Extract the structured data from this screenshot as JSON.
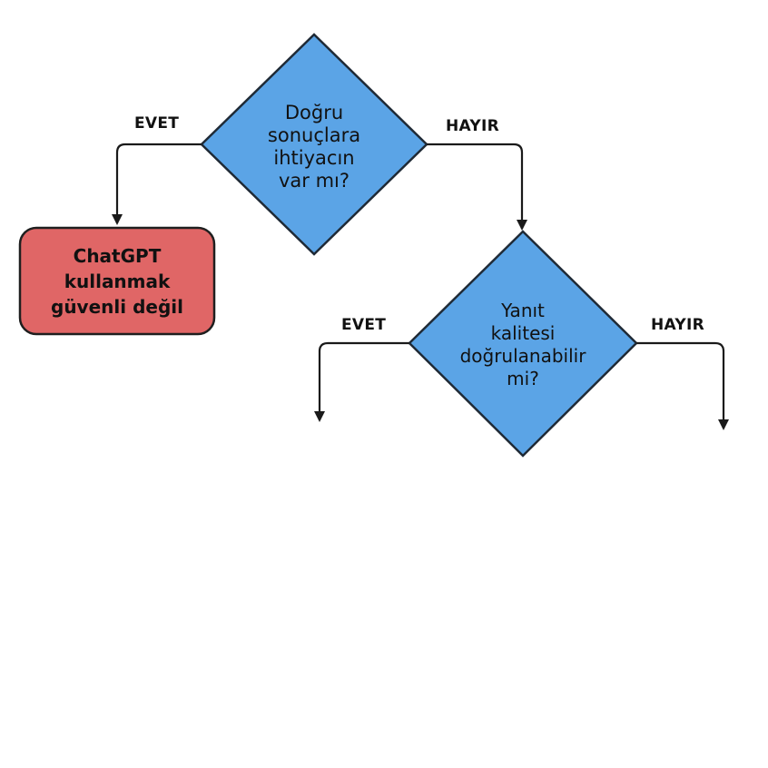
{
  "colors": {
    "decision_fill": "#5BA4E6",
    "decision_stroke": "#1F2A36",
    "terminal_fill": "#E06666",
    "terminal_stroke": "#1F1F1F",
    "line": "#1A1A1A"
  },
  "decision1": {
    "lines": [
      "Doğru",
      "sonuçlara",
      "ihtiyacın",
      "var mı?"
    ],
    "yes_label": "EVET",
    "no_label": "HAYIR"
  },
  "terminal": {
    "lines": [
      "ChatGPT",
      "kullanmak",
      "güvenli değil"
    ]
  },
  "decision2": {
    "lines": [
      "Yanıt",
      "kalitesi",
      "doğrulanabilir",
      "mi?"
    ],
    "yes_label": "EVET",
    "no_label": "HAYIR"
  }
}
